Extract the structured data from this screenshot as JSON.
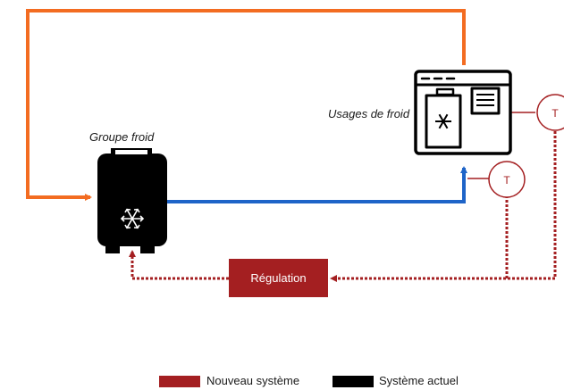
{
  "labels": {
    "groupe_froid": "Groupe froid",
    "usages_de_froid": "Usages de froid",
    "regulation": "Régulation",
    "sensor_1": "T",
    "sensor_2": "T"
  },
  "legend": [
    {
      "label": "Nouveau système",
      "color": "#a41f21"
    },
    {
      "label": "Système actuel",
      "color": "#000000"
    }
  ],
  "colors": {
    "hot_pipe": "#f36c21",
    "cold_pipe": "#1e64c8",
    "new_system": "#a41f21",
    "existing": "#000000"
  },
  "icons": {
    "chiller": "snowflake-icon",
    "cold_room": "cold-room-icon"
  }
}
